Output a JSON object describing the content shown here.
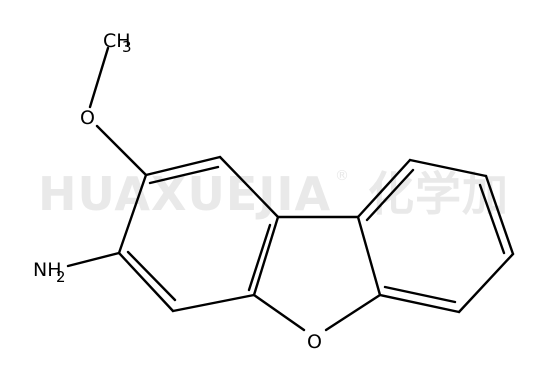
{
  "watermark": {
    "latin": "HUAXUEJIA",
    "registered": "®",
    "chinese": "化学加"
  },
  "molecule": {
    "atoms": {
      "methyl": {
        "symbol": "CH",
        "subscript": "3"
      },
      "methoxy_oxygen": {
        "symbol": "O"
      },
      "amine": {
        "symbol": "NH",
        "subscript": "2"
      },
      "ring_oxygen": {
        "symbol": "O"
      }
    }
  }
}
